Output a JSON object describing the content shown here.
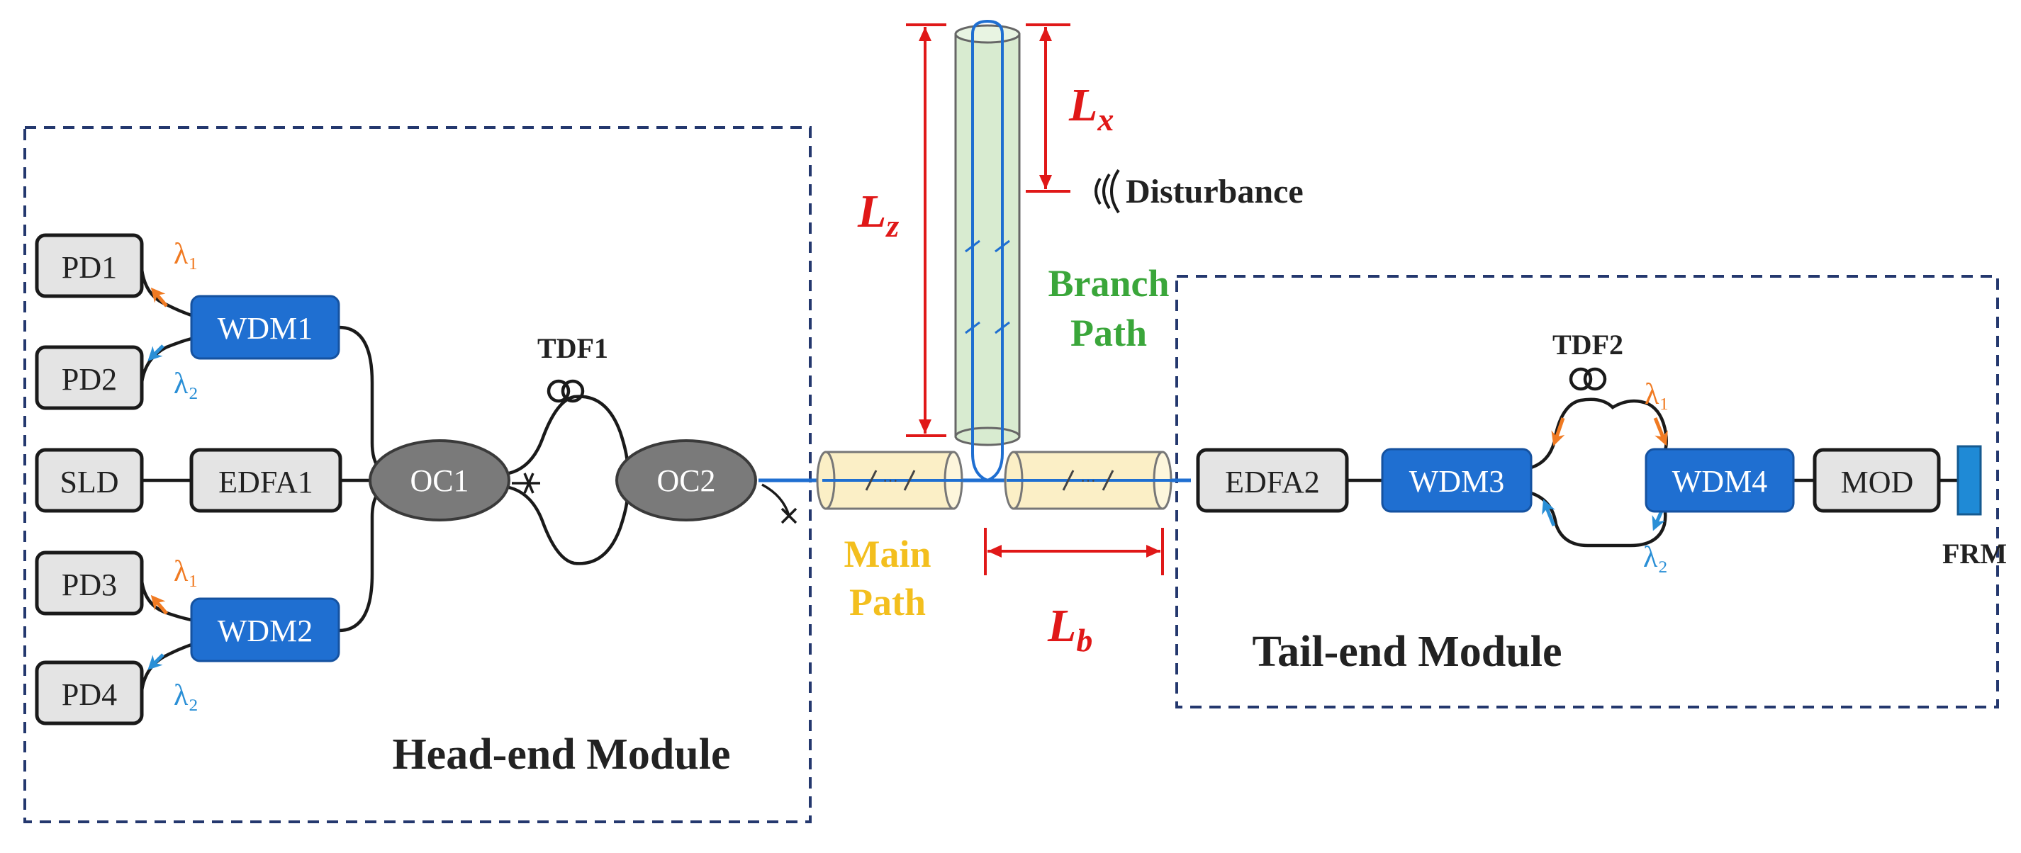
{
  "labels": {
    "pd1": "PD1",
    "pd2": "PD2",
    "pd3": "PD3",
    "pd4": "PD4",
    "sld": "SLD",
    "edfa1": "EDFA1",
    "edfa2": "EDFA2",
    "wdm1": "WDM1",
    "wdm2": "WDM2",
    "wdm3": "WDM3",
    "wdm4": "WDM4",
    "oc1": "OC1",
    "oc2": "OC2",
    "tdf1": "TDF1",
    "tdf2": "TDF2",
    "mod": "MOD",
    "frm": "FRM",
    "lambda1": "λ₁",
    "lambda2": "λ₂",
    "disturbance": "Disturbance",
    "branch_path_line1": "Branch",
    "branch_path_line2": "Path",
    "main_path_line1": "Main",
    "main_path_line2": "Path",
    "head_module": "Head-end Module",
    "tail_module": "Tail-end Module",
    "lz": "L",
    "lz_sub": "z",
    "lx": "L",
    "lx_sub": "x",
    "lb": "L",
    "lb_sub": "b"
  },
  "colors": {
    "wdm": "#1f6fd1",
    "fiber_blue": "#1f6fd1",
    "lambda1": "#f07a22",
    "lambda2": "#2a8fd6",
    "dimension_red": "#e01818",
    "branch_text": "#3aa63a",
    "main_text": "#f3bf1e",
    "module_border": "#24386e",
    "main_tube": "#fbefc6",
    "branch_tube": "#d8ebd0"
  }
}
